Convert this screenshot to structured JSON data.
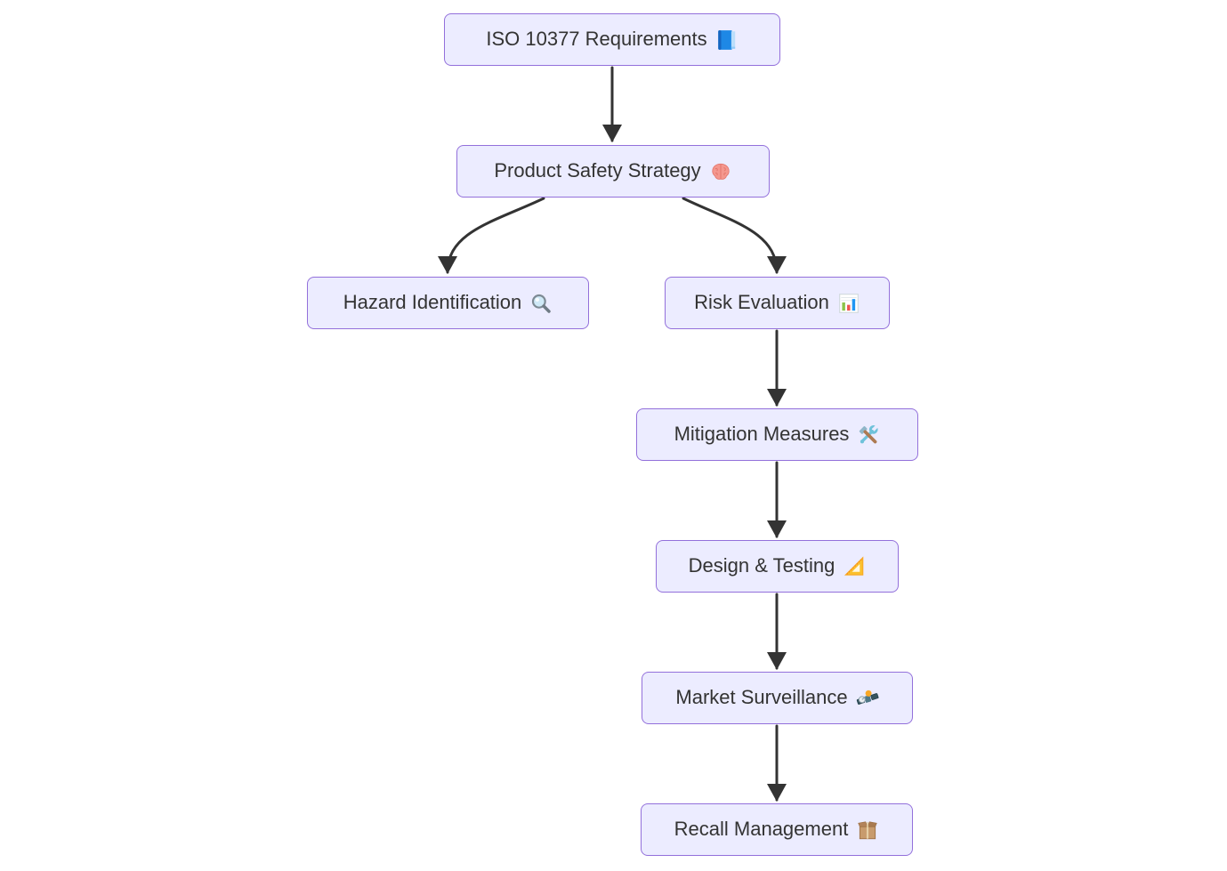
{
  "diagram": {
    "type": "flowchart",
    "direction": "top-down",
    "colors": {
      "background": "#ffffff",
      "node_fill": "#ECECFF",
      "node_border": "#9370DB",
      "text": "#333333",
      "arrow": "#333333"
    },
    "nodes": [
      {
        "id": "iso",
        "label": "ISO 10377 Requirements",
        "icon": "blue-book-icon"
      },
      {
        "id": "strategy",
        "label": "Product Safety Strategy",
        "icon": "brain-icon"
      },
      {
        "id": "hazard",
        "label": "Hazard Identification",
        "icon": "magnifying-glass-icon"
      },
      {
        "id": "risk",
        "label": "Risk Evaluation",
        "icon": "bar-chart-icon"
      },
      {
        "id": "mitigation",
        "label": "Mitigation Measures",
        "icon": "hammer-and-wrench-icon"
      },
      {
        "id": "design",
        "label": "Design & Testing",
        "icon": "triangular-ruler-icon"
      },
      {
        "id": "market",
        "label": "Market Surveillance",
        "icon": "satellite-icon"
      },
      {
        "id": "recall",
        "label": "Recall Management",
        "icon": "package-icon"
      }
    ],
    "edges": [
      {
        "from": "iso",
        "to": "strategy"
      },
      {
        "from": "strategy",
        "to": "hazard"
      },
      {
        "from": "strategy",
        "to": "risk"
      },
      {
        "from": "risk",
        "to": "mitigation"
      },
      {
        "from": "mitigation",
        "to": "design"
      },
      {
        "from": "design",
        "to": "market"
      },
      {
        "from": "market",
        "to": "recall"
      }
    ]
  }
}
